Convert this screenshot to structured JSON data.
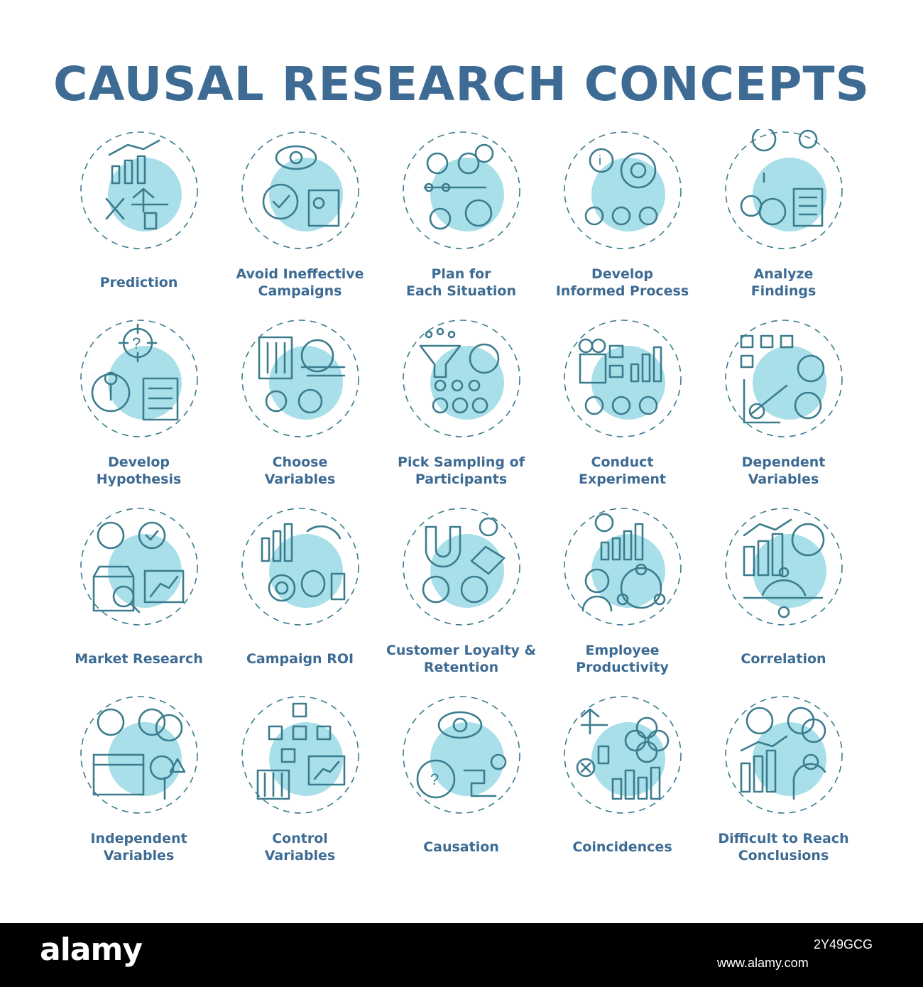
{
  "title": "CAUSAL RESEARCH CONCEPTS",
  "colors": {
    "title": "#3e6b93",
    "stroke": "#3b7c8e",
    "fill": "#a8dfe9",
    "background": "#ffffff"
  },
  "items": [
    {
      "lines": [
        "Prediction"
      ],
      "icon": "prediction-icon"
    },
    {
      "lines": [
        "Avoid Ineffective",
        "Campaigns"
      ],
      "icon": "avoid-ineffective-campaigns-icon"
    },
    {
      "lines": [
        "Plan for",
        "Each Situation"
      ],
      "icon": "plan-for-each-situation-icon"
    },
    {
      "lines": [
        "Develop",
        "Informed Process"
      ],
      "icon": "develop-informed-process-icon"
    },
    {
      "lines": [
        "Analyze",
        "Findings"
      ],
      "icon": "analyze-findings-icon"
    },
    {
      "lines": [
        "Develop",
        "Hypothesis"
      ],
      "icon": "develop-hypothesis-icon"
    },
    {
      "lines": [
        "Choose",
        "Variables"
      ],
      "icon": "choose-variables-icon"
    },
    {
      "lines": [
        "Pick Sampling of",
        "Participants"
      ],
      "icon": "pick-sampling-icon"
    },
    {
      "lines": [
        "Conduct",
        "Experiment"
      ],
      "icon": "conduct-experiment-icon"
    },
    {
      "lines": [
        "Dependent",
        "Variables"
      ],
      "icon": "dependent-variables-icon"
    },
    {
      "lines": [
        "Market Research"
      ],
      "icon": "market-research-icon"
    },
    {
      "lines": [
        "Campaign ROI"
      ],
      "icon": "campaign-roi-icon"
    },
    {
      "lines": [
        "Customer Loyalty &",
        "Retention"
      ],
      "icon": "customer-loyalty-icon"
    },
    {
      "lines": [
        "Employee",
        "Productivity"
      ],
      "icon": "employee-productivity-icon"
    },
    {
      "lines": [
        "Correlation"
      ],
      "icon": "correlation-icon"
    },
    {
      "lines": [
        "Independent",
        "Variables"
      ],
      "icon": "independent-variables-icon"
    },
    {
      "lines": [
        "Control",
        "Variables"
      ],
      "icon": "control-variables-icon"
    },
    {
      "lines": [
        "Causation"
      ],
      "icon": "causation-icon"
    },
    {
      "lines": [
        "Coincidences"
      ],
      "icon": "coincidences-icon"
    },
    {
      "lines": [
        "Difficult to Reach",
        "Conclusions"
      ],
      "icon": "difficult-conclusions-icon"
    }
  ],
  "footer": {
    "brand": "alamy",
    "image_id": "2Y49GCG",
    "site": "www.alamy.com"
  }
}
